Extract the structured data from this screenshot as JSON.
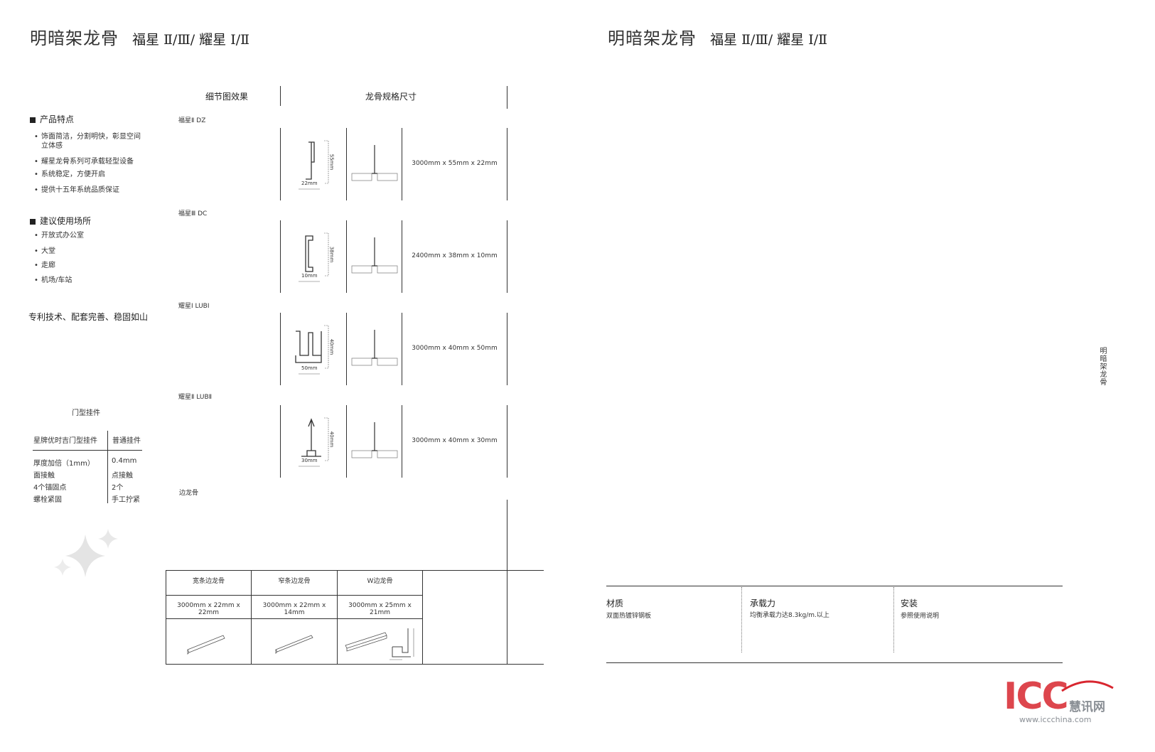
{
  "left_page": {
    "title": "明暗架龙骨",
    "subtitle": "福星 Ⅱ/Ⅲ/ 耀星 Ⅰ/Ⅱ",
    "features": {
      "heading": "产品特点",
      "items": [
        "饰面简洁，分割明快，彰显空间立体感",
        "耀星龙骨系列可承载轻型设备",
        "系统稳定，方便开启",
        "提供十五年系统品质保证"
      ]
    },
    "usage": {
      "heading": "建议使用场所",
      "items": [
        "开放式办公室",
        "大堂",
        "走廊",
        "机场/车站"
      ]
    },
    "slogan": "专利技术、配套完善、稳固如山",
    "door_table": {
      "title": "门型挂件",
      "headers": [
        "星牌优时吉门型挂件",
        "普通挂件"
      ],
      "rows": [
        [
          "厚度加倍（1mm）",
          "0.4mm"
        ],
        [
          "面接触",
          "点接触"
        ],
        [
          "4个锚固点",
          "2个"
        ],
        [
          "螺栓紧固",
          "手工拧紧"
        ]
      ]
    },
    "spec_table": {
      "col_headers": [
        "细节图效果",
        "龙骨规格尺寸"
      ],
      "products": [
        {
          "name": "福星Ⅱ DZ",
          "size": "3000mm x 55mm x 22mm",
          "dim_w": "22mm",
          "dim_h": "55mm"
        },
        {
          "name": "福星Ⅲ DC",
          "size": "2400mm x 38mm x 10mm",
          "dim_w": "10mm",
          "dim_h": "38mm"
        },
        {
          "name": "耀星Ⅰ LUBⅠ",
          "size": "3000mm x 40mm x 50mm",
          "dim_w": "50mm",
          "dim_h": "40mm"
        },
        {
          "name": "耀星Ⅱ LUBⅡ",
          "size": "3000mm x 40mm x 30mm",
          "dim_w": "30mm",
          "dim_h": "40mm"
        }
      ],
      "edge_label": "边龙骨",
      "edge_table": {
        "headers": [
          "宽条边龙骨",
          "窄条边龙骨",
          "W边龙骨"
        ],
        "sizes": [
          "3000mm x 22mm x 22mm",
          "3000mm x 22mm x 14mm",
          "3000mm x 25mm x 21mm"
        ]
      }
    }
  },
  "right_page": {
    "title": "明暗架龙骨",
    "subtitle": "福星 Ⅱ/Ⅲ/ 耀星 Ⅰ/Ⅱ",
    "side_label": "明暗架龙骨",
    "info": [
      {
        "label": "材质",
        "value": "双面热镀锌钢板"
      },
      {
        "label": "承载力",
        "value": "均衡承载力达8.3kg/m.以上"
      },
      {
        "label": "安装",
        "value": "参照使用说明"
      }
    ]
  },
  "watermark": {
    "brand": "ICC",
    "name": "慧讯网",
    "url": "www.iccchina.com"
  },
  "colors": {
    "ink": "#222222",
    "line": "#333333",
    "watermark_red": "#d8262f",
    "watermark_gray": "#8a8f95"
  }
}
